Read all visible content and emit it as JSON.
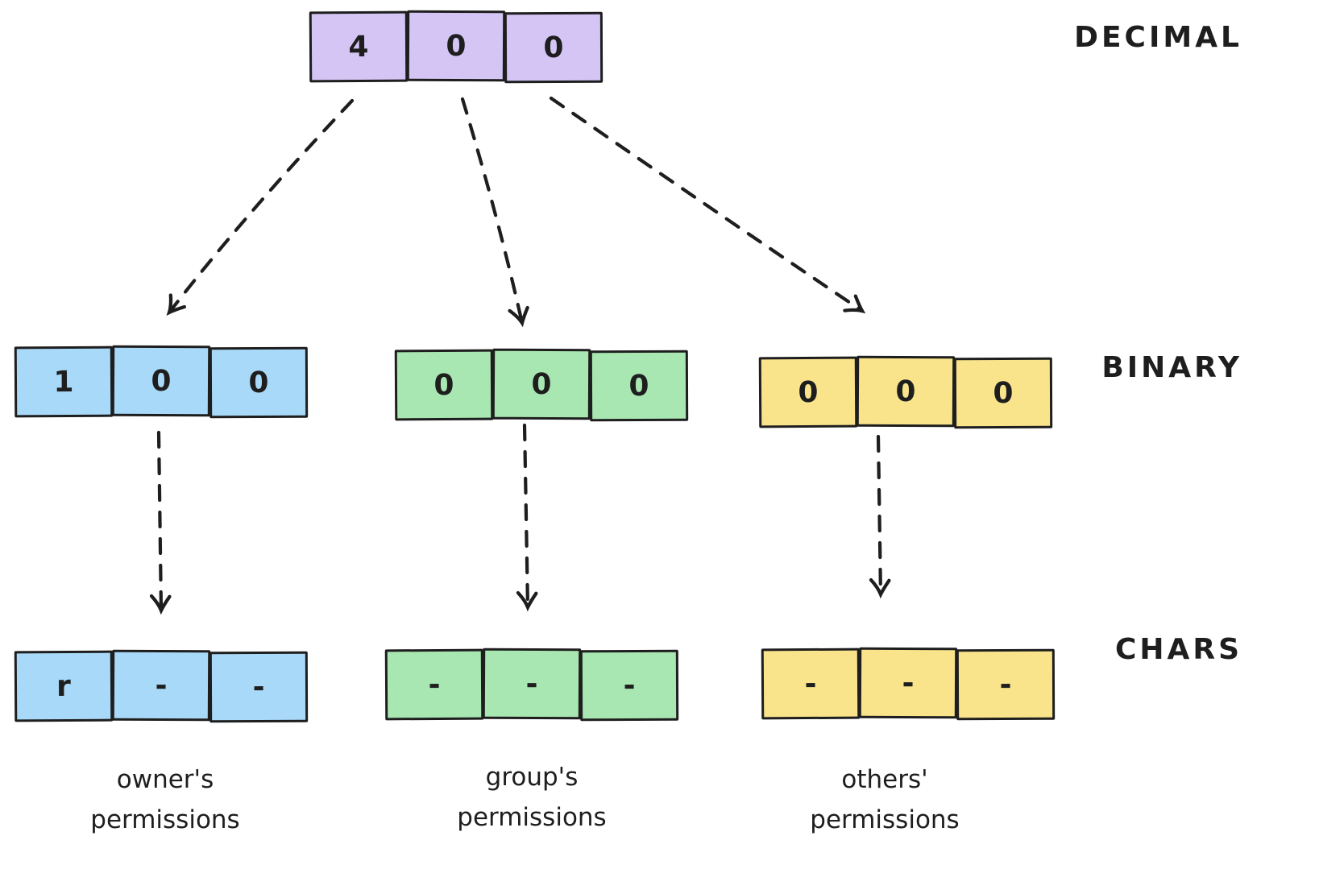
{
  "labels": {
    "decimal": "DECIMAL",
    "binary": "BINARY",
    "chars": "CHARS"
  },
  "decimal": {
    "cells": [
      "4",
      "0",
      "0"
    ],
    "color": "#d5c5f5"
  },
  "groups": [
    {
      "name": "owner",
      "color": "#a8d9f8",
      "binary": [
        "1",
        "0",
        "0"
      ],
      "chars": [
        "r",
        "-",
        "-"
      ],
      "caption": [
        "owner's",
        "permissions"
      ]
    },
    {
      "name": "group",
      "color": "#a9e7b2",
      "binary": [
        "0",
        "0",
        "0"
      ],
      "chars": [
        "-",
        "-",
        "-"
      ],
      "caption": [
        "group's",
        "permissions"
      ]
    },
    {
      "name": "others",
      "color": "#f9e48c",
      "binary": [
        "0",
        "0",
        "0"
      ],
      "chars": [
        "-",
        "-",
        "-"
      ],
      "caption": [
        "others'",
        "permissions"
      ]
    }
  ],
  "ink_color": "#1e1e1e"
}
